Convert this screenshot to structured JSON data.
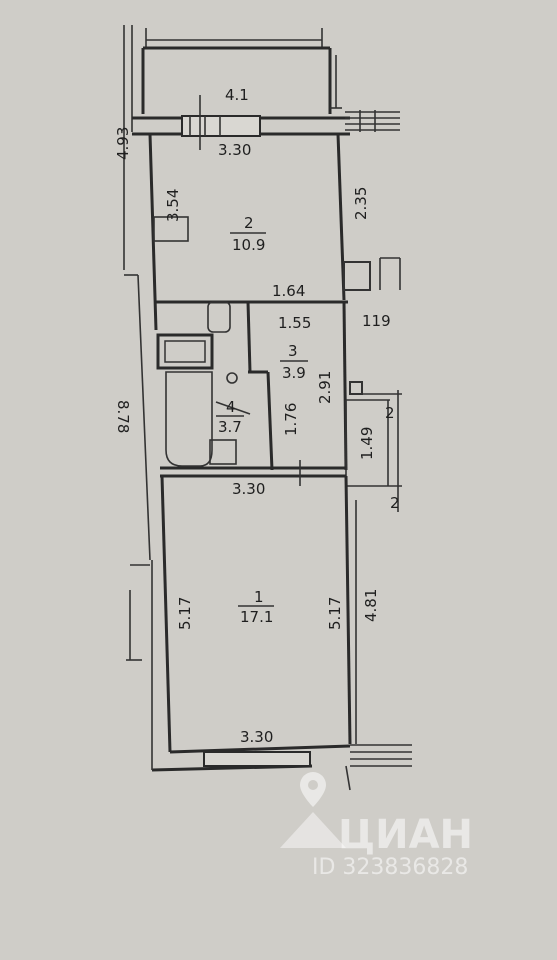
{
  "plan": {
    "dims": {
      "balcony_area": "4.1",
      "top_wall": "3.30",
      "left_outer": "4.93",
      "kitchen_width": "3.54",
      "kitchen_right": "2.35",
      "hall_width_top": "1.64",
      "hall_width": "1.55",
      "right_119": "119",
      "bath_height": "1.76",
      "hall_height": "2.91",
      "closet": "1.49",
      "left_lower": "8.78",
      "room1_top": "3.30",
      "room1_left": "5.17",
      "room1_right": "5.17",
      "room1_outer": "4.81",
      "room1_bottom": "3.30",
      "tiny_2a": "2",
      "tiny_2b": "2"
    },
    "rooms": [
      {
        "num": "2",
        "area": "10.9"
      },
      {
        "num": "3",
        "area": "3.9"
      },
      {
        "num": "4",
        "area": "3.7"
      },
      {
        "num": "1",
        "area": "17.1"
      }
    ]
  },
  "watermark": {
    "brand": "ЦИАН",
    "id": "ID 323836828"
  }
}
